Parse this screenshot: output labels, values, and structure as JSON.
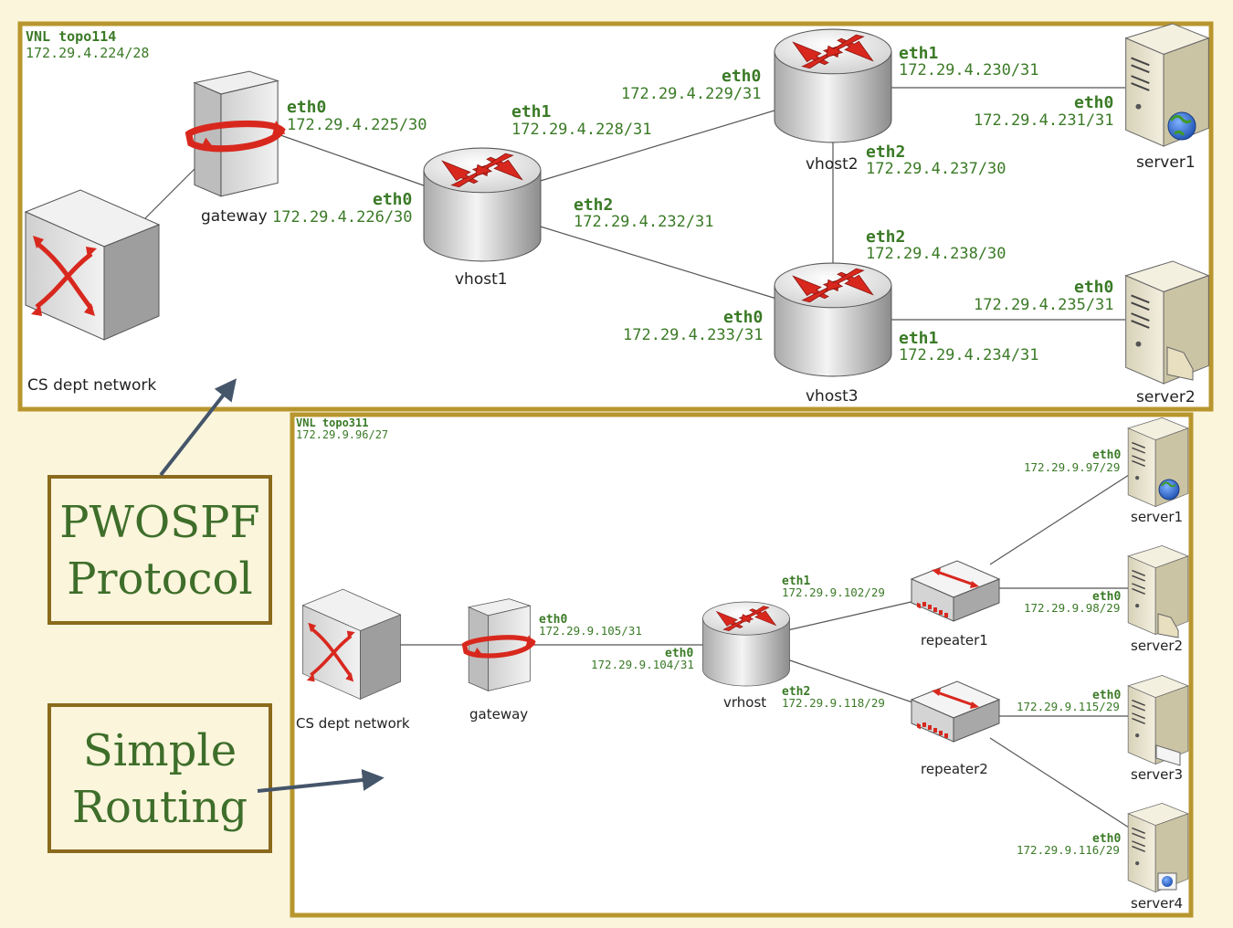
{
  "topo114": {
    "title": "VNL topo114",
    "subnet": "172.29.4.224/28",
    "devices": {
      "cs": "CS dept network",
      "gateway": "gateway",
      "vhost1": "vhost1",
      "vhost2": "vhost2",
      "vhost3": "vhost3",
      "server1": "server1",
      "server2": "server2"
    },
    "interfaces": {
      "gw_eth0_name": "eth0",
      "gw_eth0_ip": "172.29.4.225/30",
      "v1_eth0_name": "eth0",
      "v1_eth0_ip": "172.29.4.226/30",
      "v1_eth1_name": "eth1",
      "v1_eth1_ip": "172.29.4.228/31",
      "v1_eth2_name": "eth2",
      "v1_eth2_ip": "172.29.4.232/31",
      "v2_eth0_name": "eth0",
      "v2_eth0_ip": "172.29.4.229/31",
      "v2_eth1_name": "eth1",
      "v2_eth1_ip": "172.29.4.230/31",
      "v2_eth2_name": "eth2",
      "v2_eth2_ip": "172.29.4.237/30",
      "s1_eth0_name": "eth0",
      "s1_eth0_ip": "172.29.4.231/31",
      "v3_eth2_name": "eth2",
      "v3_eth2_ip": "172.29.4.238/30",
      "v3_eth0_name": "eth0",
      "v3_eth0_ip": "172.29.4.233/31",
      "v3_eth1_name": "eth1",
      "v3_eth1_ip": "172.29.4.234/31",
      "s2_eth0_name": "eth0",
      "s2_eth0_ip": "172.29.4.235/31"
    }
  },
  "topo311": {
    "title": "VNL topo311",
    "subnet": "172.29.9.96/27",
    "devices": {
      "cs": "CS dept network",
      "gateway": "gateway",
      "vrhost": "vrhost",
      "repeater1": "repeater1",
      "repeater2": "repeater2",
      "server1": "server1",
      "server2": "server2",
      "server3": "server3",
      "server4": "server4"
    },
    "interfaces": {
      "gw_eth0_name": "eth0",
      "gw_eth0_ip": "172.29.9.105/31",
      "vr_eth0_name": "eth0",
      "vr_eth0_ip": "172.29.9.104/31",
      "vr_eth1_name": "eth1",
      "vr_eth1_ip": "172.29.9.102/29",
      "vr_eth2_name": "eth2",
      "vr_eth2_ip": "172.29.9.118/29",
      "s1_eth0_name": "eth0",
      "s1_eth0_ip": "172.29.9.97/29",
      "s2_eth0_name": "eth0",
      "s2_eth0_ip": "172.29.9.98/29",
      "s3_eth0_name": "eth0",
      "s3_eth0_ip": "172.29.9.115/29",
      "s4_eth0_name": "eth0",
      "s4_eth0_ip": "172.29.9.116/29"
    }
  },
  "callouts": {
    "pwospf_line1": "PWOSPF",
    "pwospf_line2": "Protocol",
    "simple_line1": "Simple",
    "simple_line2": "Routing"
  },
  "colors": {
    "background": "#fbf5dc",
    "frame": "#b8962e",
    "label_green": "#3a7a26",
    "callout_text": "#3e6e2a",
    "arrow": "#45556a",
    "router_arrow": "#d8281e"
  }
}
